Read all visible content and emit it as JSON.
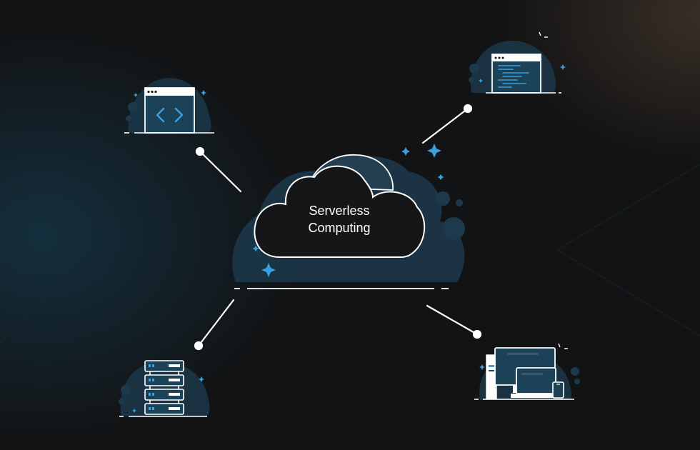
{
  "diagram": {
    "center_label": [
      "Serverless",
      "Computing"
    ],
    "nodes": [
      {
        "id": "code-window",
        "icon": "code-window-icon"
      },
      {
        "id": "code-editor",
        "icon": "code-editor-icon"
      },
      {
        "id": "server-rack",
        "icon": "server-rack-icon"
      },
      {
        "id": "devices",
        "icon": "multi-device-icon"
      }
    ],
    "colors": {
      "background": "#121314",
      "line": "#ffffff",
      "accent": "#3aa0e0",
      "blob": "#1d3a4c",
      "panel": "#1c4258"
    }
  }
}
